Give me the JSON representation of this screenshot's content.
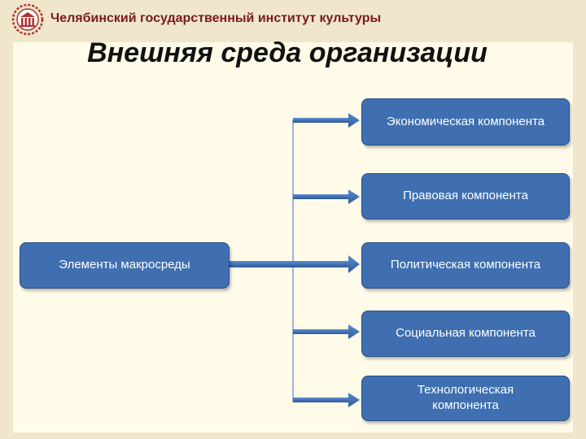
{
  "header": {
    "institute_name": "Челябинский государственный институт культуры",
    "logo_icon": "institute-emblem-icon"
  },
  "title": "Внешняя среда организации",
  "diagram": {
    "source": {
      "label": "Элементы макросреды"
    },
    "components": [
      {
        "label": "Экономическая компонента"
      },
      {
        "label": "Правовая компонента"
      },
      {
        "label": "Политическая компонента"
      },
      {
        "label": "Социальная компонента"
      },
      {
        "label": "Технологическая компонента"
      }
    ]
  },
  "colors": {
    "box_fill": "#3f6fb0",
    "box_border": "#2a4f86",
    "background": "#efe6cb",
    "panel": "#fffbe8",
    "institute_text": "#7a1a1a"
  }
}
